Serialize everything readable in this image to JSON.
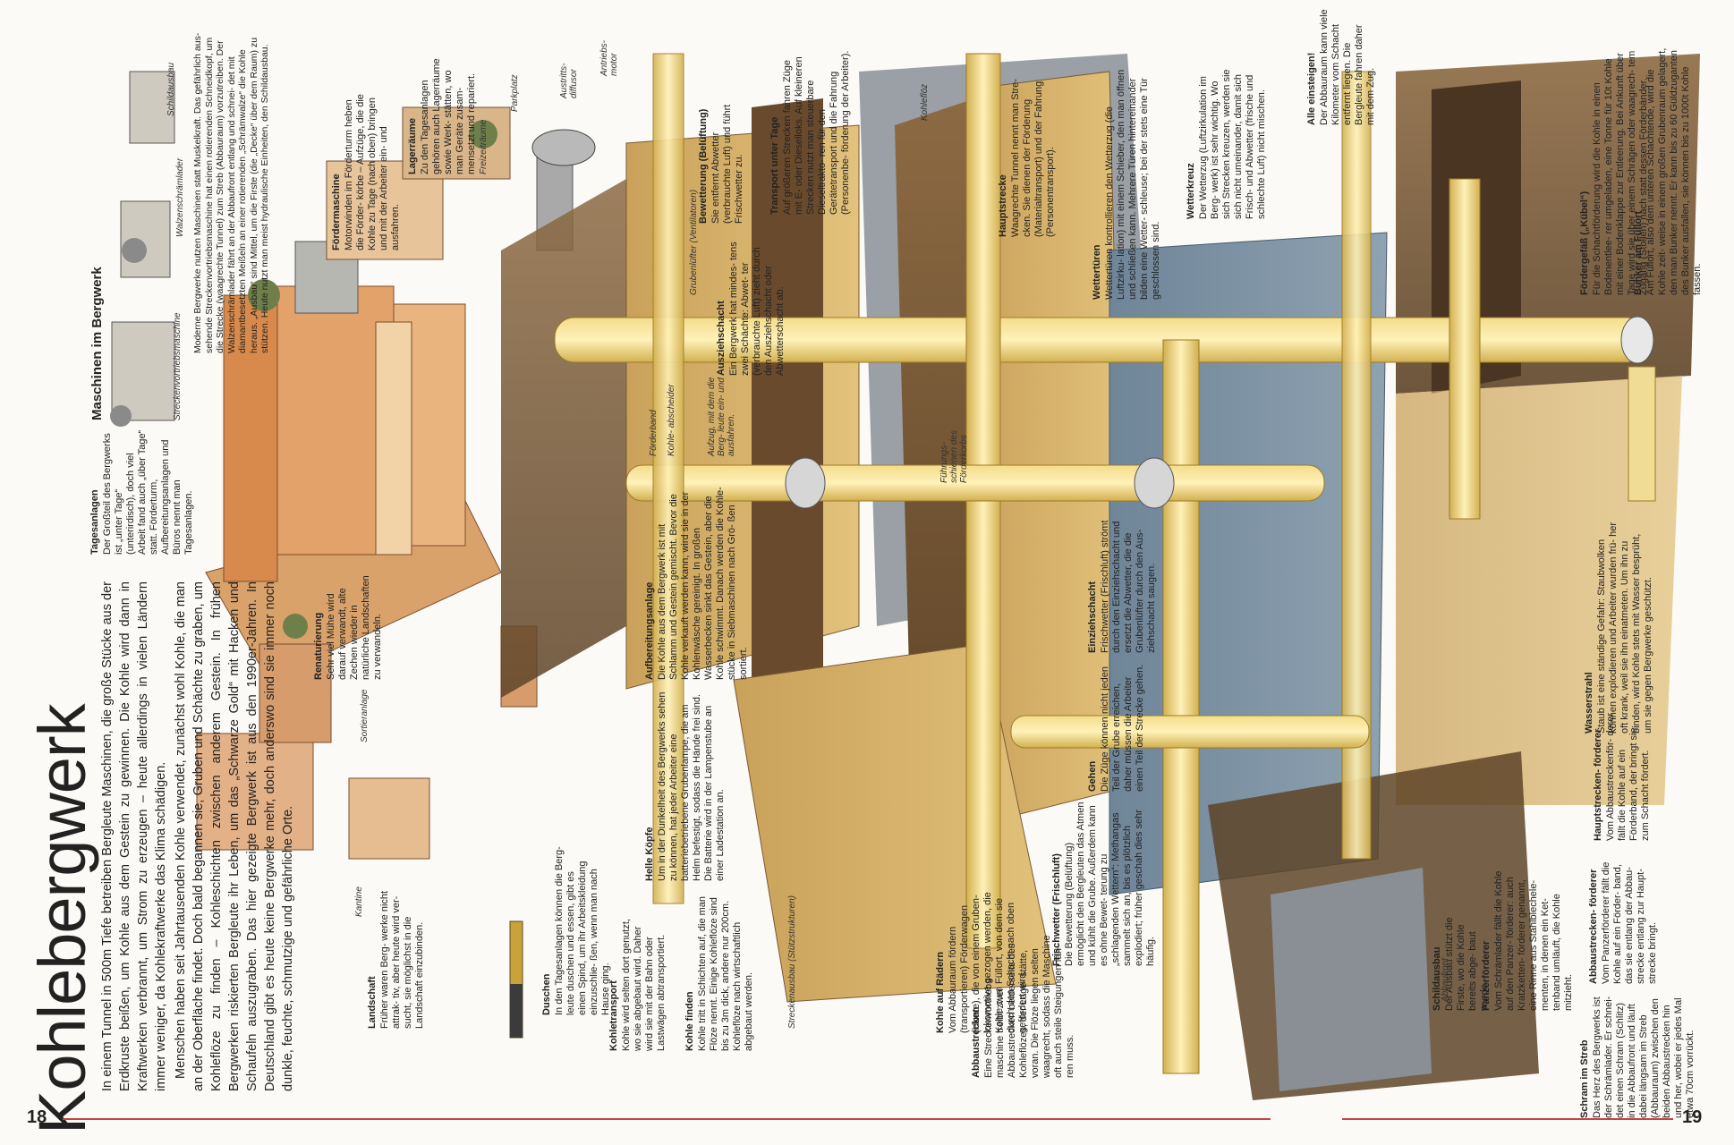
{
  "title": "Kohlebergwerk",
  "page_left": "18",
  "page_right": "19",
  "intro": [
    "In einem Tunnel in 500m Tiefe betreiben Bergleute Maschinen, die große Stücke aus der Erdkruste beißen, um Kohle aus dem Gestein zu gewinnen. Die Kohle wird dann in Kraftwerken verbrannt, um Strom zu erzeugen – heute allerdings in vielen Ländern immer weniger, da Kohlekraftwerke das Klima schädigen.",
    "Menschen haben seit Jahrtausenden Kohle verwendet, zunächst wohl Kohle, die man an der Oberfläche findet. Doch bald begannen sie, Gruben und Schächte zu graben, um Kohleflöze zu finden – Kohleschichten zwischen anderem Gestein. In frühen Bergwerken riskierten Bergleute ihr Leben, um das „Schwarze Gold“ mit Hacken und Schaufeln auszugraben. Das hier gezeigte Bergwerk ist aus den 1990er-Jahren. In Deutschland gibt es heute keine Bergwerke mehr, doch anderswo sind sie immer noch dunkle, feuchte, schmutzige und gefährliche Orte."
  ],
  "machines_title": "Maschinen im Bergwerk",
  "machines_text": "Moderne Bergwerke nutzen Maschinen statt Muskelkraft. Das gefährlich aus- sehende Streckenvortriebsmaschine hat einen rotierenden Schneidkopf, um die Strecke (waagrechte Tunnel) zum Streb (Abbauraum) vorzutreiben. Der Walzenschrämlader fährt an der Abbaufront entlang und schnei- det mit diamantbesetzten Meißeln an einer rotierenden „Schrämwalze“ die Kohle heraus. „Ausbau“ sind Mittel, um die Firste (die „Decke“ über dem Raum) zu stützen. Heute nutzt man meist hydraulische Einheiten, den Schildausbau.",
  "machine_captions": [
    "Streckenvortriebsmaschine",
    "Walzenschrämlader",
    "Schildausbau"
  ],
  "blocks_left": [
    {
      "title": "Landschaft",
      "text": "Früher waren Berg- werke nicht attrak- tiv, aber heute wird ver- sucht, sie möglichst in die Landschaft einzubinden."
    },
    {
      "title": "Duschen",
      "text": "In den Tagesanlagen können die Berg- leute duschen und essen, gibt es einen Spind, um ihr Arbeitskleidung einzuschlie- ßen, wenn man nach Hause ging."
    },
    {
      "title": "Kohletransport",
      "text": "Kohle wird selten dort genutzt, wo sie abgebaut wird. Daher wird sie mit der Bahn oder Lastwägen abtransportiert."
    },
    {
      "title": "Kohle finden",
      "text": "Kohle tritt in Schichten auf, die man Flöze nennt. Einige Kohleflöze sind bis zu 3m dick, andere nur 200cm. Kohleflöze nach wirtschaftlich abgebaut werden."
    },
    {
      "title": "Helle Köpfe",
      "text": "Um in der Dunkelheit des Bergwerks sehen zu können, hat jeder Arbeiter eine batteriebetriebene Grubenlampe, die am Helm befestigt, sodass die Hände frei sind. Die Batterie wird in der Lampenstube an einer Ladestation an."
    },
    {
      "title": "Aufbereitungsanlage",
      "text": "Die Kohle aus dem Bergwerk ist mit Schlamm und Gestein gemischt. Bevor die Kohle verkauft werden kann, wird sie in der Kohlenwäsche gereinigt. In großen Wasserbecken sinkt das Gestein, aber die Kohle schwimmt. Danach werden die Kohle- stücke in Siebmaschinen nach Grö- ßen sortiert."
    },
    {
      "title": "Renaturierung",
      "text": "Sehr viel Mühe wird darauf verwandt, alte Zechen wieder in natürliche Landschaften zu verwandeln."
    },
    {
      "title": "Tagesanlagen",
      "text": "Der Großteil des Bergwerks ist „unter Tage“ (unterirdisch), doch viel Arbeit fand auch „über Tage“ statt. Förderturm, Aufbereitungsanlagen und Büros nennt man Tagesanlagen."
    }
  ],
  "blocks_mid": [
    {
      "title": "Kohle auf Rädern",
      "text": "Vom Abbauraum fördern (transportieren) Förderwagen (Hunte), die von einem Gruben- lokomotive gezogen werden, die Kohle zum Füllort, von dem sie durch den Schacht nach oben gefördert wird."
    },
    {
      "title": "Frischwetter (Frischluft)",
      "text": "Die Bewetterung (Belüftung) ermöglicht den Bergleuten das Atmen und kühlt die Grube. Außerdem kann es ohne Bewet- terung zu „schlagenden Wettern“: Methangas sammelt sich an, bis es plötzlich explodiert; früher geschah dies sehr häufig."
    },
    {
      "title": "Gehen",
      "text": "Die Züge können nicht jeden Teil der Grube erreichen, daher müssen die Arbeiter einen Teil der Strecke gehen."
    },
    {
      "title": "Einziehschacht",
      "text": "Frischwetter (Frischluft) strömt durch den Einziehschacht und ersetzt die Abwetter, die die Grubenlüfter durch den Aus- ziehschacht saugen."
    },
    {
      "title": "Abbaustrecken",
      "text": "Eine Streckenvortriebs- maschine treibt zwei Abbaustrecken beiderseits des Kohleflözes, der Lage- stätte, voran. Die Flöze liegen selten waagrecht, sodass die Maschine oft auch steile Steigungen fah- ren muss."
    },
    {
      "title": "Bewetterung (Belüftung)",
      "text": "Sie entfernt Abwetter (verbrauchte Luft) und führt Frischwetter zu."
    },
    {
      "title": "Ausziehschacht",
      "text": "Ein Bergwerk hat mindes- tens zwei Schächte: Abwet- ter (verbrauchte Luft) zieht durch den Ausziehschacht oder Abwetterschacht ab."
    },
    {
      "title": "Transport unter Tage",
      "text": "Auf größeren Strecken fahren Züge mit E- oder Dieselloks. Auf kleineren Strecken nutzt man steuerbare Dieseltrakto- ren für den Gerätetransport und die Fahrung (Personenbe- förderung der Arbeiter)."
    },
    {
      "title": "Fördermaschine",
      "text": "Motorwinden im Förderturm heben die Förder- körbe – Aufzüge, die die Kohle zu Tage (nach oben) bringen und mit der Arbeiter ein- und ausfahren."
    },
    {
      "title": "Lagerräume",
      "text": "Zu den Tagesanlagen gehören auch Lagerräume sowie Werk- stätten, wo man Geräte zusam- mensetzt und repariert."
    }
  ],
  "blocks_right": [
    {
      "title": "Hauptstrecke",
      "text": "Waagrechte Tunnel nennt man Stre- cken. Sie dienen der Förderung (Materialtransport) und der Fahrung (Personentransport)."
    },
    {
      "title": "Wettertüren",
      "text": "Wettertüren kontrollieren den Wetterzug (die Luftzirku- lation) mit einem Schieber, den man öffnen und schließen kann. Mehrere Türen hintereinander bilden eine Wetter- schleuse; bei der stets eine Tür geschlossen sind."
    },
    {
      "title": "Wetterkreuz",
      "text": "Der Wetterzug (Luftzirkulation im Berg- werk) ist sehr wichtig. Wo sich Strecken kreuzen, werden sie sich nicht umeinander, damit sich Frisch- und Abwetter (frische und schlechte Luft) nicht mischen."
    },
    {
      "title": "Alle einsteigen!",
      "text": "Der Abbauraum kann viele Kilometer vom Schacht entfernt liegen. Die Bergleute fahren daher mit dem Zug."
    },
    {
      "title": "Fördergefäß („Kübel“)",
      "text": "Für die Schachtförderung wird die Kohle in einen Bodenentlee- rer umgeladen, eine Tonne für 10t Kohle mit einer Bodenklappe zur Entleerung. Bei Ankunft über Tage wird sie über einem Schrägen oder waagrech- tem Zugang (Stollen) nach statt dessen Förderbänder."
    },
    {
      "title": "Bunker am Füllort",
      "text": "Am Füllort, also dem unteren Schachtende, wird die Kohle zeit- weise in einem großen Grubenraum gelagert, den man Bunker nennt. Er kann bis zu 60 Güldzuganten des Bunker ausfallen, sie können bis zu 1000t Kohle fassen."
    },
    {
      "title": "Wasserstrahl",
      "text": "Staub ist eine ständige Gefahr: Staubwolken können explodieren und Arbeiter wurden frü- her oft krank, weil sie ihn einatmeten. Um ihn zu binden, wird Kohle stets mit Wasser besprüht, um sie gegen Bergwerke geschützt."
    },
    {
      "title": "Hauptstrecken- förderer",
      "text": "Vom Abbaustreckenför- derer fällt die Kohle auf ein Förderband, der bringt sie zum Schacht fördert."
    },
    {
      "title": "Abbaustrecken- förderer",
      "text": "Vom Panzerförderer fällt die Kohle auf ein Förder- band, das sie entlang der Abbau- strecke entlang zur Haupt- strecke bringt."
    },
    {
      "title": "Panzerförderer",
      "text": "Vom Schrämlader fällt die Kohle auf den Panzer- förderer: auch Kratzketten- förderer genannt, eine Rinne aus Stahlblechele- menten, in denen ein Ket- tenband umläuft, die Kohle mitzieht."
    },
    {
      "title": "Schildausbau",
      "text": "Der Ausbau stützt die Firste, wo die Kohle bereits abge- baut wurde."
    },
    {
      "title": "Schram im Streb",
      "text": "Das Herz des Bergwerks ist der Schrämlader. Er schnei- det einen Schram (Schlitz) in die Abbaufront und läuft dabei längsam im Streb (Abbauraum) zwischen den beiden Abbaustrecken hin und her, wobei er jedes Mal etwa 70cm vorrückt."
    }
  ],
  "captions": {
    "kantine": "Kantine",
    "sortieranlage": "Sortieranlage",
    "streckenausbau": "Streckenausbau (Stützstrukturen)",
    "foerderband": "Förderband",
    "kohleabscheider": "Kohle- abscheider",
    "aufzug": "Aufzug, mit dem die Berg- leute ein- und ausfahren.",
    "grubenluefter": "Grubenlüfter (Ventilatoren)",
    "austrittsdiffusor": "Austritts- diffusor",
    "antriebsmotor": "Antriebs- motor",
    "parkplatz": "Parkplatz",
    "freizeitraeume": "Freizeiträume",
    "kohlefloez": "Kohleflöz",
    "fuehrungsschienen": "Führungs- schienen des Förderkorbs",
    "abbaufront": "Abbaufront"
  }
}
